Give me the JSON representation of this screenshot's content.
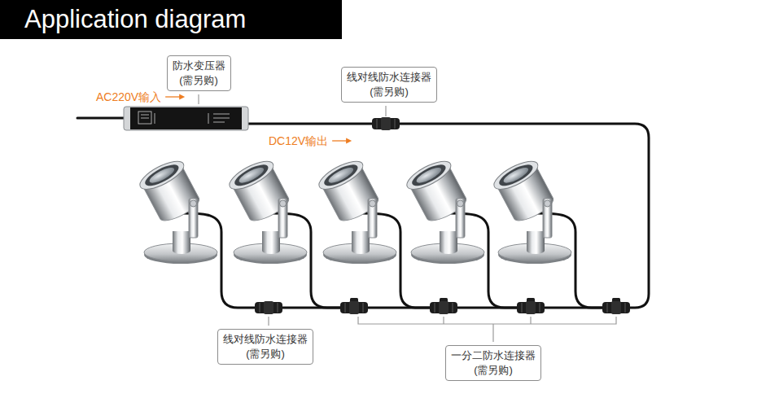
{
  "diagram": {
    "title": "Application diagram",
    "nodes": [
      {
        "text": [
          "防水变压器 (需另购)"
        ]
      },
      {
        "text": [
          "线对线防水连接器 (需另购)"
        ]
      },
      {
        "text": [
          "线对线防水连接器 (需另购)"
        ]
      },
      {
        "text": [
          "一分二防水连接器 (需另购)"
        ]
      }
    ],
    "labels": [
      "AC220V输入",
      "DC12V输出"
    ]
  }
}
